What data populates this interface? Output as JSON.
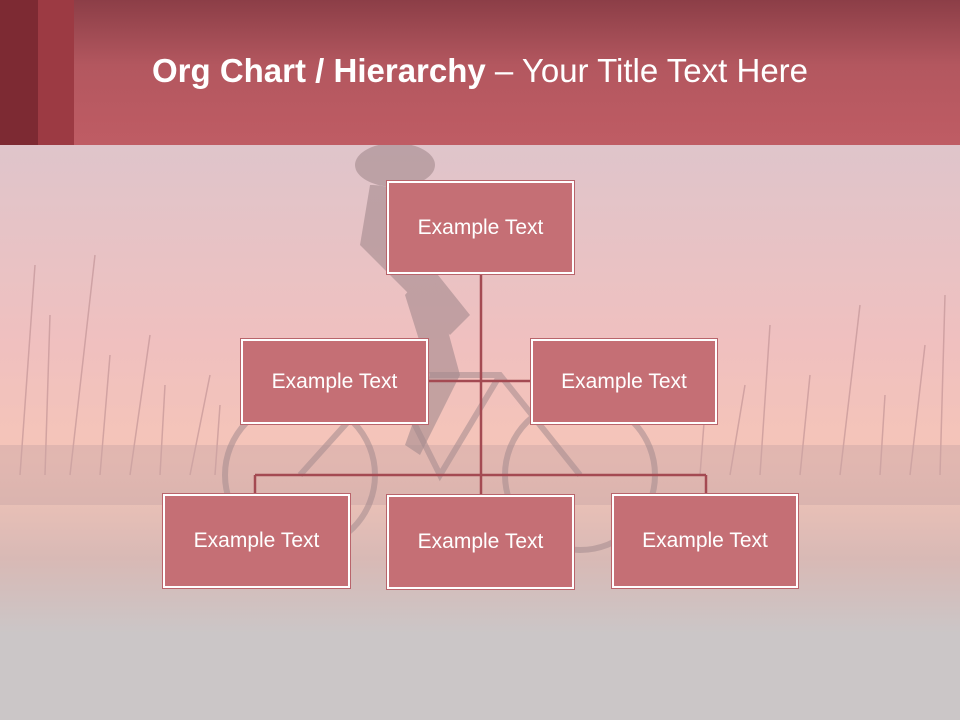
{
  "title": {
    "bold": "Org Chart / Hierarchy",
    "separator": " – ",
    "regular": "Your Title Text Here"
  },
  "colors": {
    "header": "#bf5c64",
    "node_fill": "#c56f75",
    "node_border": "#ffffff",
    "connector": "#a44a52",
    "background": "#cbc6c7"
  },
  "background_image": "cyclist-silhouette-sunset",
  "org": {
    "root": "Example Text",
    "assistants": [
      "Example Text",
      "Example Text"
    ],
    "children": [
      "Example Text",
      "Example Text",
      "Example Text"
    ]
  }
}
